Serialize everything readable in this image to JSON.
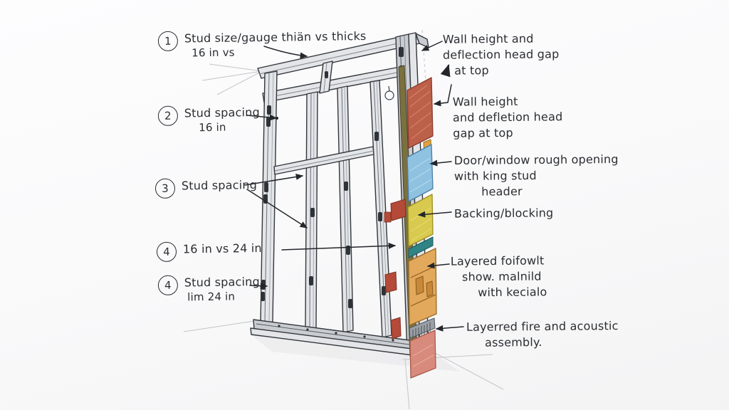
{
  "left_labels": [
    {
      "num": "1",
      "line1": "Stud size/gauge thiän vs thicks",
      "line2": "16 in vs"
    },
    {
      "num": "2",
      "line1": "Stud spacing",
      "line2": "16 in"
    },
    {
      "num": "3",
      "line1": "Stud spacing",
      "line2": ""
    },
    {
      "num": "4",
      "line1": "16 in vs 24 in",
      "line2": ""
    },
    {
      "num": "4",
      "line1": "Stud spacing",
      "line2": "lim 24 in"
    }
  ],
  "right_labels": [
    {
      "line1": "Wall height and",
      "line2": "deflection head gap",
      "line3": "at top"
    },
    {
      "line1": "Wall height",
      "line2": "and defletion head",
      "line3": "gap at top"
    },
    {
      "line1": "Door/window rough opening",
      "line2": "with king stud",
      "line3": "header"
    },
    {
      "line1": "Backing/blocking",
      "line2": "",
      "line3": ""
    },
    {
      "line1": "Layered foifowlt",
      "line2": "show. malnild",
      "line3": "with kecialo"
    },
    {
      "line1": "Layerred fire and acoustic",
      "line2": "assembly.",
      "line3": ""
    }
  ],
  "colors": {
    "ink": "#2a2d31",
    "steel_light": "#e3e5e8",
    "steel_mid": "#c9cdd2",
    "panel_red": "#bd604a",
    "panel_blue": "#8ec2e0",
    "panel_yellow": "#d8ca4e",
    "panel_teal": "#2f8486",
    "panel_wood": "#e2a95c",
    "panel_gasket": "#9aa0a6",
    "panel_pink": "#d88b7c",
    "clip_red": "#b54a38",
    "clip_orange": "#e0a23c",
    "edge_olive": "#7a7040"
  }
}
